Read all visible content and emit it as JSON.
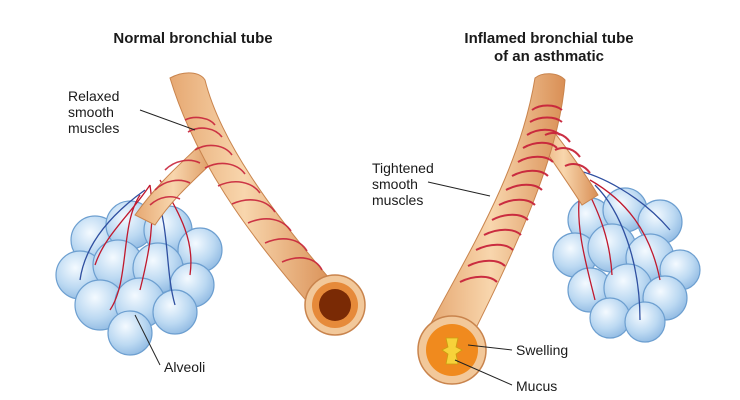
{
  "normal": {
    "title": "Normal bronchial tube",
    "label_muscles": [
      "Relaxed",
      "smooth",
      "muscles"
    ],
    "label_alveoli": "Alveoli"
  },
  "inflamed": {
    "title_lines": [
      "Inflamed bronchial tube",
      "of an asthmatic"
    ],
    "label_muscles": [
      "Tightened",
      "smooth",
      "muscles"
    ],
    "label_swelling": "Swelling",
    "label_mucus": "Mucus"
  },
  "colors": {
    "tube_fill": "#f2c89a",
    "tube_shade": "#d9955e",
    "muscle_band": "#c8243b",
    "alveoli": "#bcd9f2",
    "alveoli_edge": "#6d9fd0",
    "vessel_red": "#c0192e",
    "vessel_blue": "#2f4fa0",
    "lumen_dark": "#7a2a05",
    "swelling": "#f08a1e",
    "mucus": "#f7d23a"
  }
}
